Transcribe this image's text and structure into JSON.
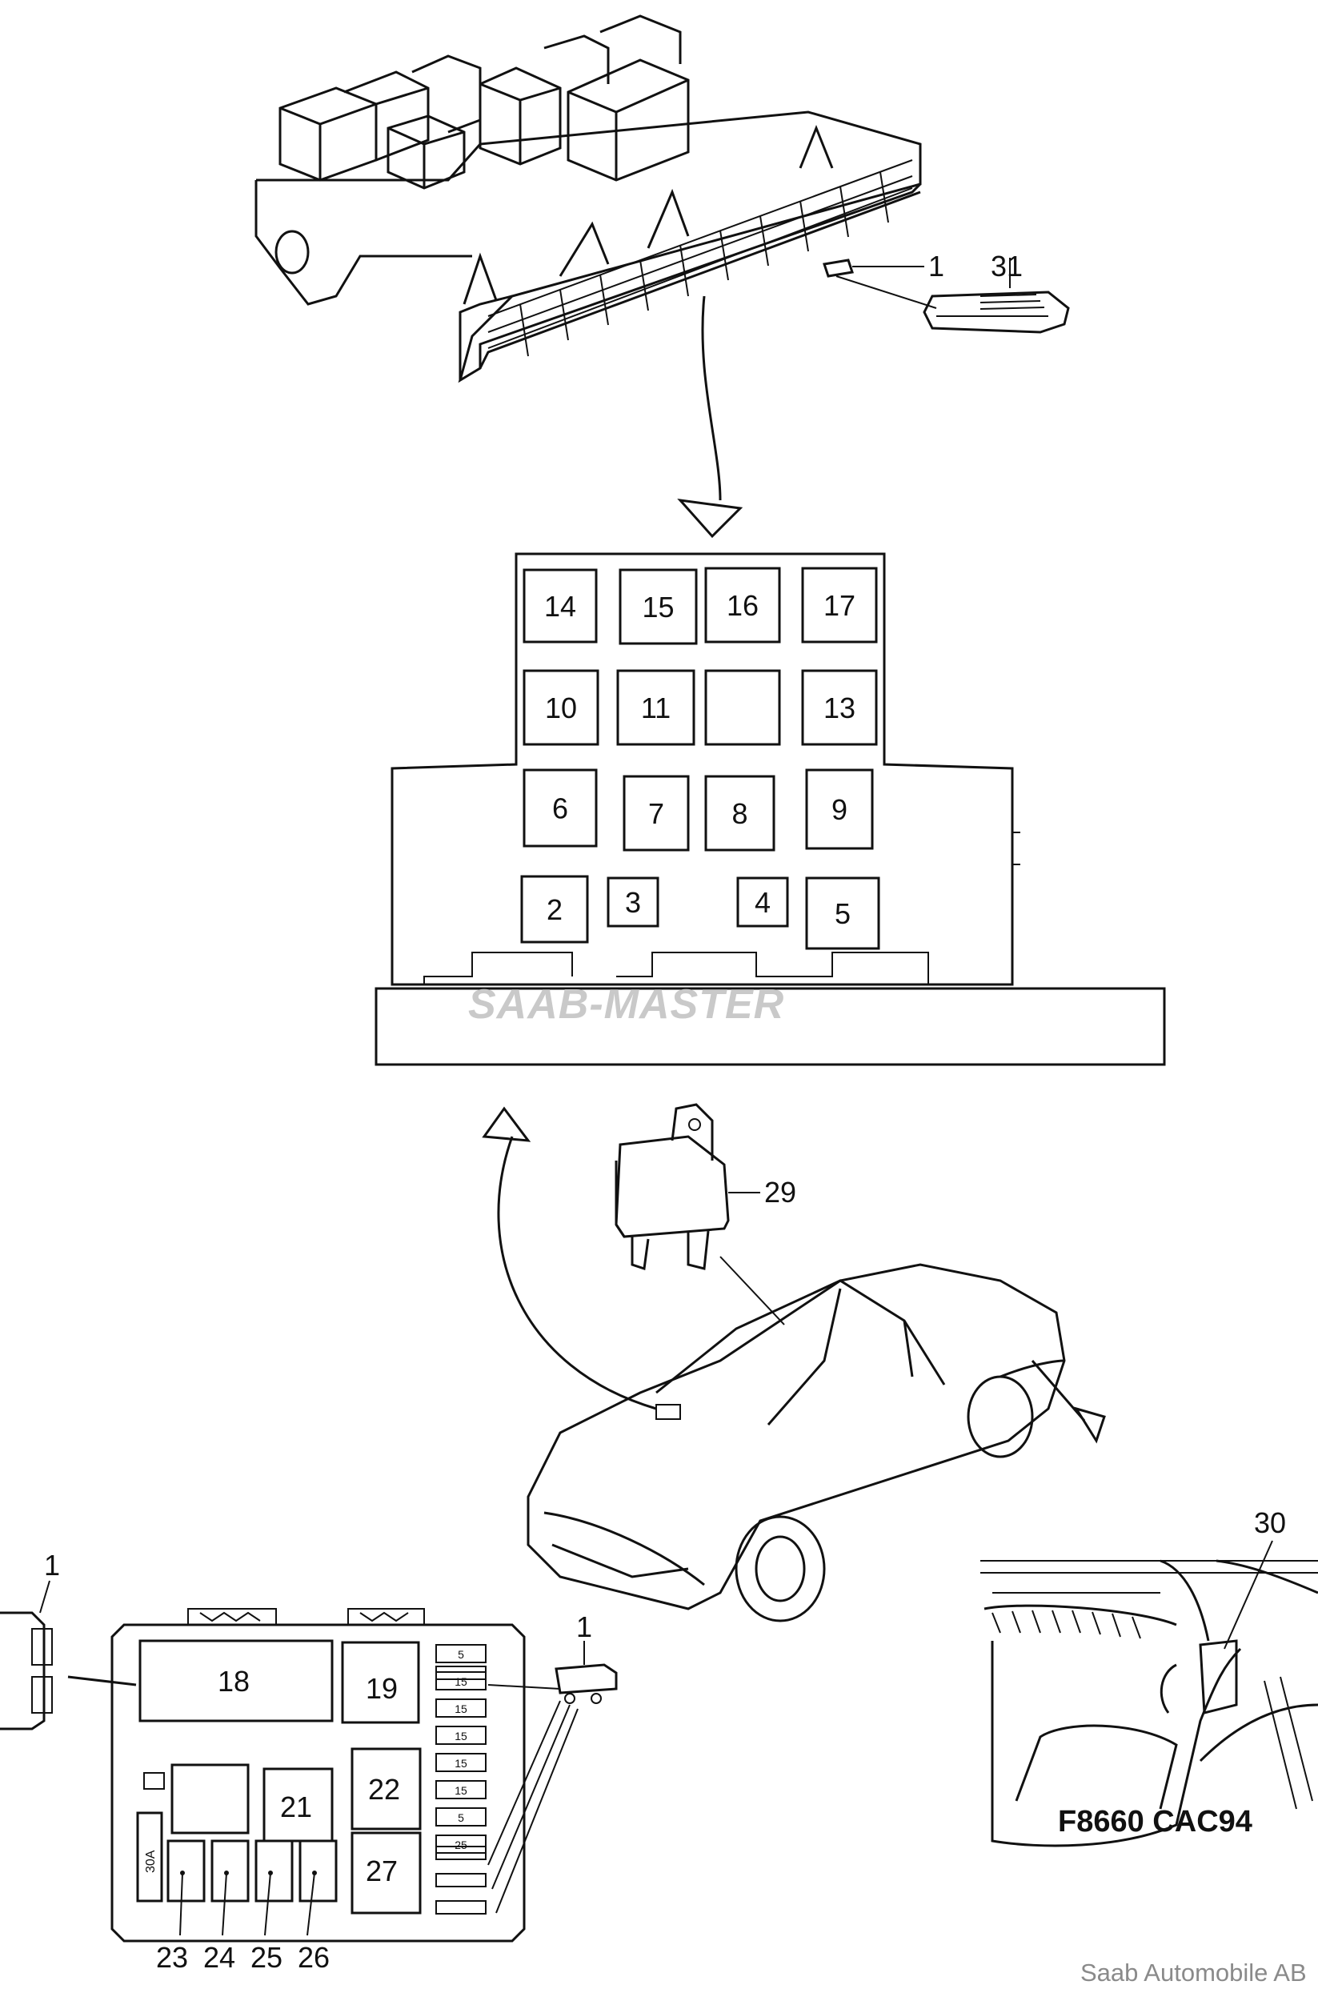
{
  "relay_box": {
    "slots": [
      {
        "label": "14",
        "shown": true
      },
      {
        "label": "15",
        "shown": true
      },
      {
        "label": "16",
        "shown": true
      },
      {
        "label": "17",
        "shown": true
      },
      {
        "label": "10",
        "shown": true
      },
      {
        "label": "11",
        "shown": true
      },
      {
        "label": "",
        "shown": false
      },
      {
        "label": "13",
        "shown": true
      },
      {
        "label": "6",
        "shown": true
      },
      {
        "label": "7",
        "shown": true
      },
      {
        "label": "8",
        "shown": true
      },
      {
        "label": "9",
        "shown": true
      },
      {
        "label": "2",
        "shown": true
      },
      {
        "label": "3",
        "shown": true
      },
      {
        "label": "4",
        "shown": true
      },
      {
        "label": "5",
        "shown": true
      }
    ]
  },
  "callouts": {
    "fuse_top": "1",
    "fuse_puller": "31",
    "relay_29": "29",
    "part_30": "30",
    "fuse_left": "1",
    "fuse_right": "1"
  },
  "engine_box": {
    "r18": "18",
    "r19": "19",
    "r21": "21",
    "r22": "22",
    "r27": "27",
    "fuse_30a": "30A",
    "bottom": [
      "23",
      "24",
      "25",
      "26"
    ],
    "fuse_values": [
      "5",
      "15",
      "15",
      "15",
      "15",
      "15",
      "5",
      "25"
    ]
  },
  "watermark": "SAAB-MASTER",
  "drawing_code": "F8660 CAC94",
  "credit": "Saab Automobile AB"
}
